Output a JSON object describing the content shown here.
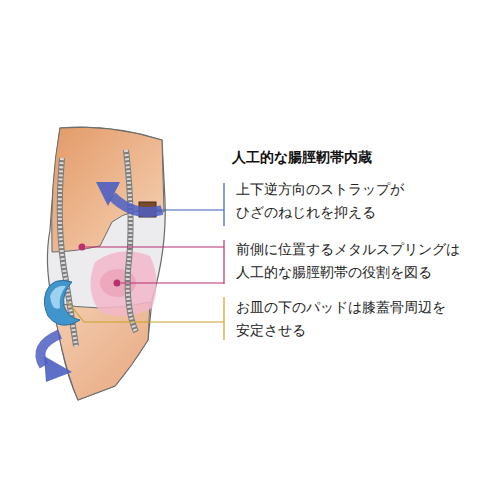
{
  "diagram": {
    "title": "人工的な腸脛靭帯内蔵",
    "labels": [
      "上下逆方向のストラップが ひざのねじれを抑える",
      "前側に位置するメタルスプリングは 人工的な腸脛靭帯の役割を図る",
      "お皿の下のパッドは膝蓋骨周辺を 安定させる"
    ]
  }
}
